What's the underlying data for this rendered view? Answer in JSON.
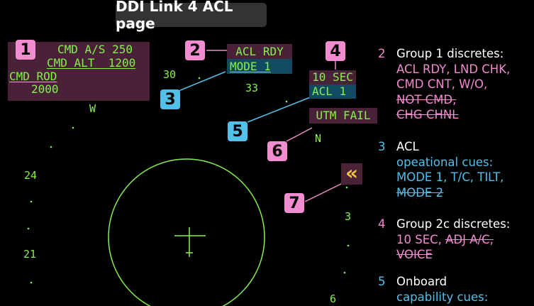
{
  "title": "DDI Link 4 ACL page",
  "colors": {
    "symbology": "#86f04c",
    "pink": "#f08ccf",
    "cyan": "#53c0ea"
  },
  "hud": {
    "cmd_as": "CMD A/S 250",
    "cmd_alt": "CMD ALT  1200",
    "cmd_rod_label": "CMD ROD",
    "cmd_rod_value": "2000",
    "acl_rdy": "ACL RDY",
    "mode": "MODE 1",
    "ten_sec": "10 SEC",
    "acl_1": "ACL 1",
    "utm_fail": "UTM FAIL",
    "heading_30": "30",
    "heading_33": "33",
    "heading_w": "W",
    "heading_n": "N",
    "heading_24": "24",
    "heading_21": "21",
    "heading_3": "3",
    "heading_6": "6",
    "chevron": "«"
  },
  "callouts": [
    "1",
    "2",
    "3",
    "4",
    "5",
    "6",
    "7"
  ],
  "legend": [
    {
      "num": "2",
      "header": "Group 1 discretes:",
      "items": [
        "ACL RDY, LND CHK,",
        "CMD CNT, W/O,",
        "NOT CMD,",
        "CHG CHNL"
      ]
    },
    {
      "num": "3",
      "header": "ACL",
      "items": [
        "opeational cues:",
        "MODE 1, T/C, TILT,",
        "MODE 2"
      ]
    },
    {
      "num": "4",
      "header": "Group 2c discretes:",
      "items": [
        "10 SEC, ADJ A/C,",
        "VOICE"
      ]
    },
    {
      "num": "5",
      "header": "Onboard",
      "items": [
        "capability cues:"
      ]
    }
  ]
}
